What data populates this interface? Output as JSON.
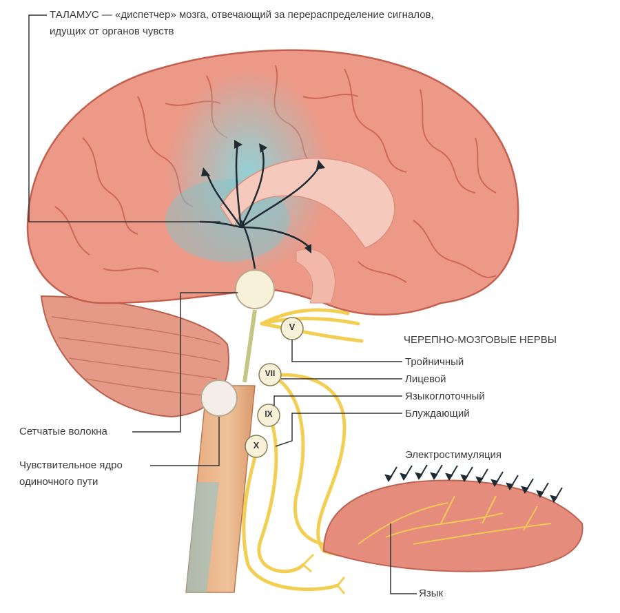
{
  "header": {
    "line1": "ТАЛАМУС — «диспетчер» мозга, отвечающий за перераспределение сигналов,",
    "line2": "идущих от органов чувств"
  },
  "nerves_title": "ЧЕРЕПНО-МОЗГОВЫЕ НЕРВЫ",
  "nerves": [
    {
      "numeral": "V",
      "name": "Тройничный"
    },
    {
      "numeral": "VII",
      "name": "Лицевой"
    },
    {
      "numeral": "IX",
      "name": "Языкоглоточный"
    },
    {
      "numeral": "X",
      "name": "Блуждающий"
    }
  ],
  "left_labels": {
    "reticular": "Сетчатые волокна",
    "nucleus_line1": "Чувствительное ядро",
    "nucleus_line2": "одиночного пути"
  },
  "stimulation": "Электростимуляция",
  "tongue": "Язык",
  "colors": {
    "cortex": "#e8907c",
    "cortex_dark": "#c9604f",
    "thalamus_glow": "#7cc6cf",
    "nerve": "#f2cf52",
    "stem": "#e7b083",
    "tongue": "#e58c7c",
    "line": "#333333"
  }
}
